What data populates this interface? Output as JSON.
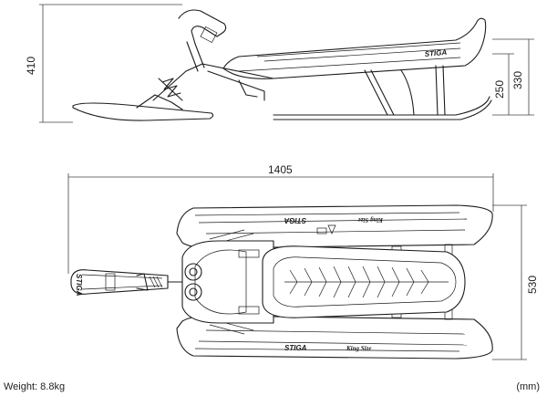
{
  "dimensions": {
    "side_total_height": "410",
    "seat_height": "330",
    "runner_height": "250",
    "length": "1405",
    "width": "530"
  },
  "brand": {
    "logo_text": "STIGA",
    "model_text": "King Size"
  },
  "footer": {
    "weight": "Weight: 8.8kg",
    "unit": "(mm)"
  }
}
